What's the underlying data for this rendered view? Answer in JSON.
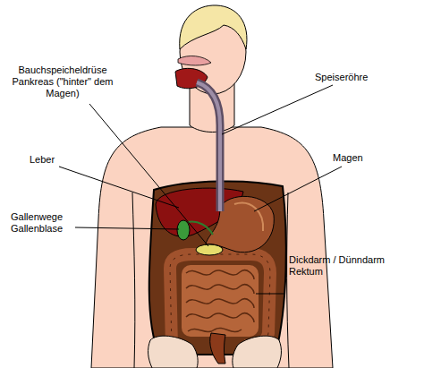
{
  "diagram": {
    "labels": [
      "Bauchspeicheldrüse Pankreas (\"hinter\" dem Magen)",
      "Speiseröhre",
      "Leber",
      "Magen",
      "Gallenwege Gallenblase",
      "Dickdarm / Dünndarm Rektum"
    ]
  }
}
